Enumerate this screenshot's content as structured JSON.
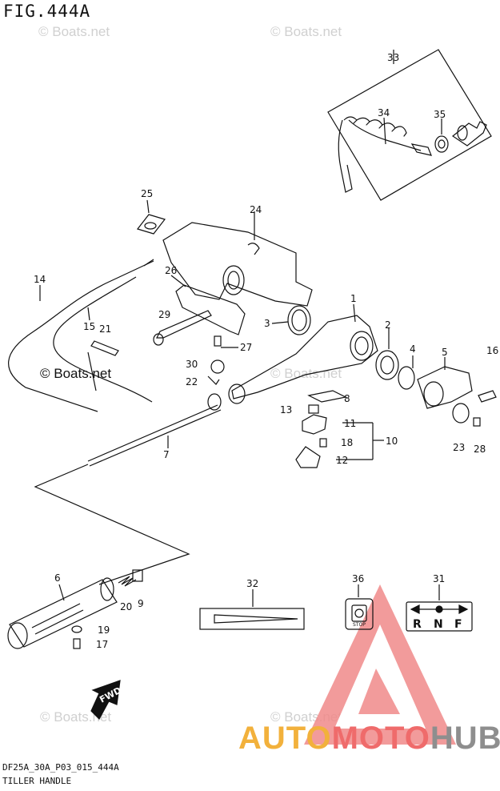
{
  "figure": {
    "title": "FIG.444A"
  },
  "footer": {
    "code": "DF25A_30A_P03_015_444A",
    "name": "TILLER HANDLE"
  },
  "watermark": {
    "text": "© Boats.net"
  },
  "brand": {
    "part1": "AUTO",
    "part2": "MOTO",
    "part3": "HUB"
  },
  "labels": {
    "stop": "STOP",
    "shift_r": "R",
    "shift_n": "N",
    "shift_f": "F",
    "fwd": "FWD"
  },
  "callouts": [
    {
      "id": "c1",
      "text": "1"
    },
    {
      "id": "c2",
      "text": "2"
    },
    {
      "id": "c3",
      "text": "3"
    },
    {
      "id": "c4",
      "text": "4"
    },
    {
      "id": "c5",
      "text": "5"
    },
    {
      "id": "c6",
      "text": "6"
    },
    {
      "id": "c7",
      "text": "7"
    },
    {
      "id": "c8",
      "text": "8"
    },
    {
      "id": "c9",
      "text": "9"
    },
    {
      "id": "c10",
      "text": "10"
    },
    {
      "id": "c11",
      "text": "11"
    },
    {
      "id": "c12",
      "text": "12"
    },
    {
      "id": "c13",
      "text": "13"
    },
    {
      "id": "c14",
      "text": "14"
    },
    {
      "id": "c15",
      "text": "15"
    },
    {
      "id": "c16",
      "text": "16"
    },
    {
      "id": "c17",
      "text": "17"
    },
    {
      "id": "c18",
      "text": "18"
    },
    {
      "id": "c19",
      "text": "19"
    },
    {
      "id": "c20",
      "text": "20"
    },
    {
      "id": "c21",
      "text": "21"
    },
    {
      "id": "c22",
      "text": "22"
    },
    {
      "id": "c23",
      "text": "23"
    },
    {
      "id": "c24",
      "text": "24"
    },
    {
      "id": "c25",
      "text": "25"
    },
    {
      "id": "c26",
      "text": "26"
    },
    {
      "id": "c27",
      "text": "27"
    },
    {
      "id": "c28",
      "text": "28"
    },
    {
      "id": "c29",
      "text": "29"
    },
    {
      "id": "c30",
      "text": "30"
    },
    {
      "id": "c31",
      "text": "31"
    },
    {
      "id": "c32",
      "text": "32"
    },
    {
      "id": "c33",
      "text": "33"
    },
    {
      "id": "c34",
      "text": "34"
    },
    {
      "id": "c35",
      "text": "35"
    },
    {
      "id": "c36",
      "text": "36"
    }
  ]
}
